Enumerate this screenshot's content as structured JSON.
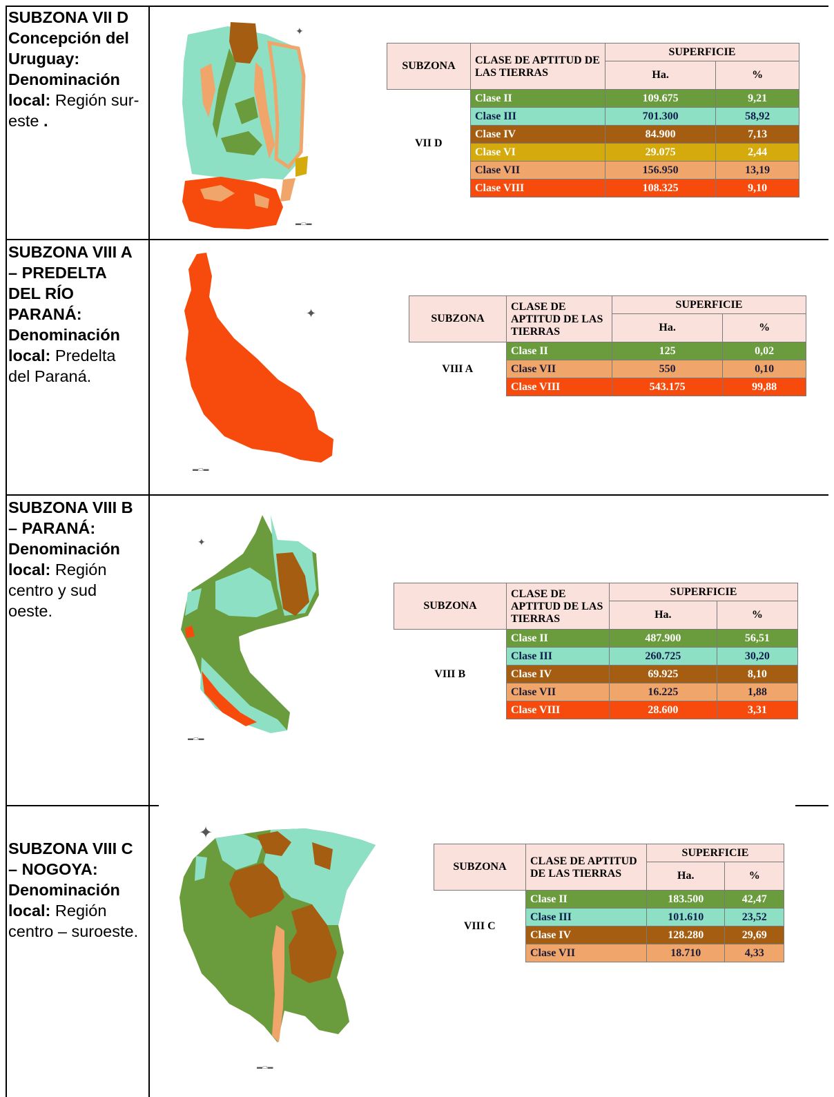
{
  "colors": {
    "clase_ii": "#6a9c3d",
    "clase_iii": "#8de0c4",
    "clase_iv": "#a55d12",
    "clase_vi": "#d4aa0c",
    "clase_vii": "#f0a56b",
    "clase_viii": "#f64b0d",
    "header_bg": "#fbe1dc"
  },
  "headers": {
    "subzona": "SUBZONA",
    "clase": "CLASE DE APTITUD DE LAS TIERRAS",
    "superficie": "SUPERFICIE",
    "ha": "Ha.",
    "pct": "%"
  },
  "rows": [
    {
      "label_bold": "SUBZONA VII D Concepción del Uruguay: Denominación local:",
      "label_text": " Región sur-este.",
      "label_tail": ".",
      "zone": "VII D",
      "classes": [
        {
          "name": "Clase II",
          "ha": "109.675",
          "pct": "9,21"
        },
        {
          "name": "Clase III",
          "ha": "701.300",
          "pct": "58,92"
        },
        {
          "name": "Clase IV",
          "ha": "84.900",
          "pct": "7,13"
        },
        {
          "name": "Clase VI",
          "ha": "29.075",
          "pct": "2,44"
        },
        {
          "name": "Clase VII",
          "ha": "156.950",
          "pct": "13,19"
        },
        {
          "name": "Clase VIII",
          "ha": "108.325",
          "pct": "9,10"
        }
      ]
    },
    {
      "label_bold": "SUBZONA VIII A – PREDELTA DEL RÍO PARANÁ: Denominación local:",
      "label_text": " Predelta del Paraná.",
      "zone": "VIII A",
      "classes": [
        {
          "name": "Clase II",
          "ha": "125",
          "pct": "0,02"
        },
        {
          "name": "Clase VII",
          "ha": "550",
          "pct": "0,10"
        },
        {
          "name": "Clase VIII",
          "ha": "543.175",
          "pct": "99,88"
        }
      ]
    },
    {
      "label_bold": "SUBZONA VIII B – PARANÁ: Denominación local:",
      "label_text": " Región centro y sud oeste.",
      "zone": "VIII B",
      "classes": [
        {
          "name": "Clase II",
          "ha": "487.900",
          "pct": "56,51"
        },
        {
          "name": "Clase III",
          "ha": "260.725",
          "pct": "30,20"
        },
        {
          "name": "Clase IV",
          "ha": "69.925",
          "pct": "8,10"
        },
        {
          "name": "Clase VII",
          "ha": "16.225",
          "pct": "1,88"
        },
        {
          "name": "Clase VIII",
          "ha": "28.600",
          "pct": "3,31"
        }
      ]
    },
    {
      "label_bold": "SUBZONA VIII C – NOGOYA: Denominación local:",
      "label_text": " Región centro – suroeste.",
      "zone": "VIII C",
      "classes": [
        {
          "name": "Clase II",
          "ha": "183.500",
          "pct": "42,47"
        },
        {
          "name": "Clase III",
          "ha": "101.610",
          "pct": "23,52"
        },
        {
          "name": "Clase IV",
          "ha": "128.280",
          "pct": "29,69"
        },
        {
          "name": "Clase VII",
          "ha": "18.710",
          "pct": "4,33"
        }
      ]
    }
  ]
}
